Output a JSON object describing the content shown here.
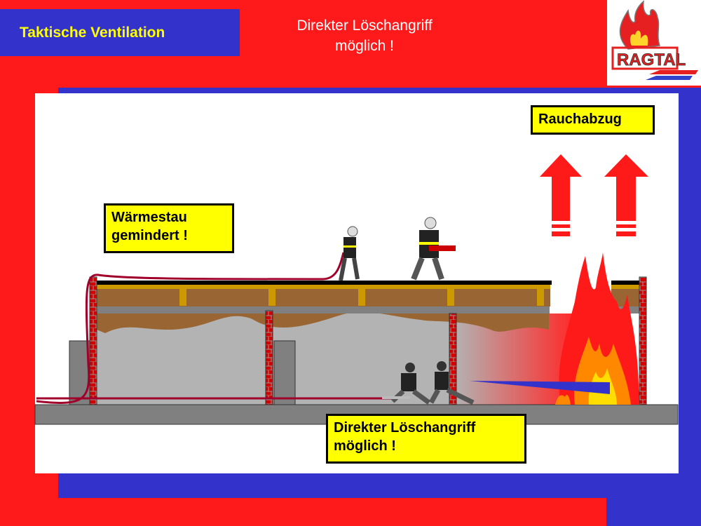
{
  "header": {
    "section_title": "Taktische Ventilation",
    "slide_title_line1": "Direkter Löschangriff",
    "slide_title_line2": "möglich !"
  },
  "logo": {
    "text": "RAGTAL"
  },
  "diagram": {
    "label_smoke_exhaust": "Rauchabzug",
    "label_heat_line1": "Wärmestau",
    "label_heat_line2": "gemindert !",
    "label_attack_line1": "Direkter Löschangriff",
    "label_attack_line2": "möglich !"
  },
  "colors": {
    "red": "#fe1a1a",
    "blue": "#3333cc",
    "yellow": "#ffff00"
  }
}
